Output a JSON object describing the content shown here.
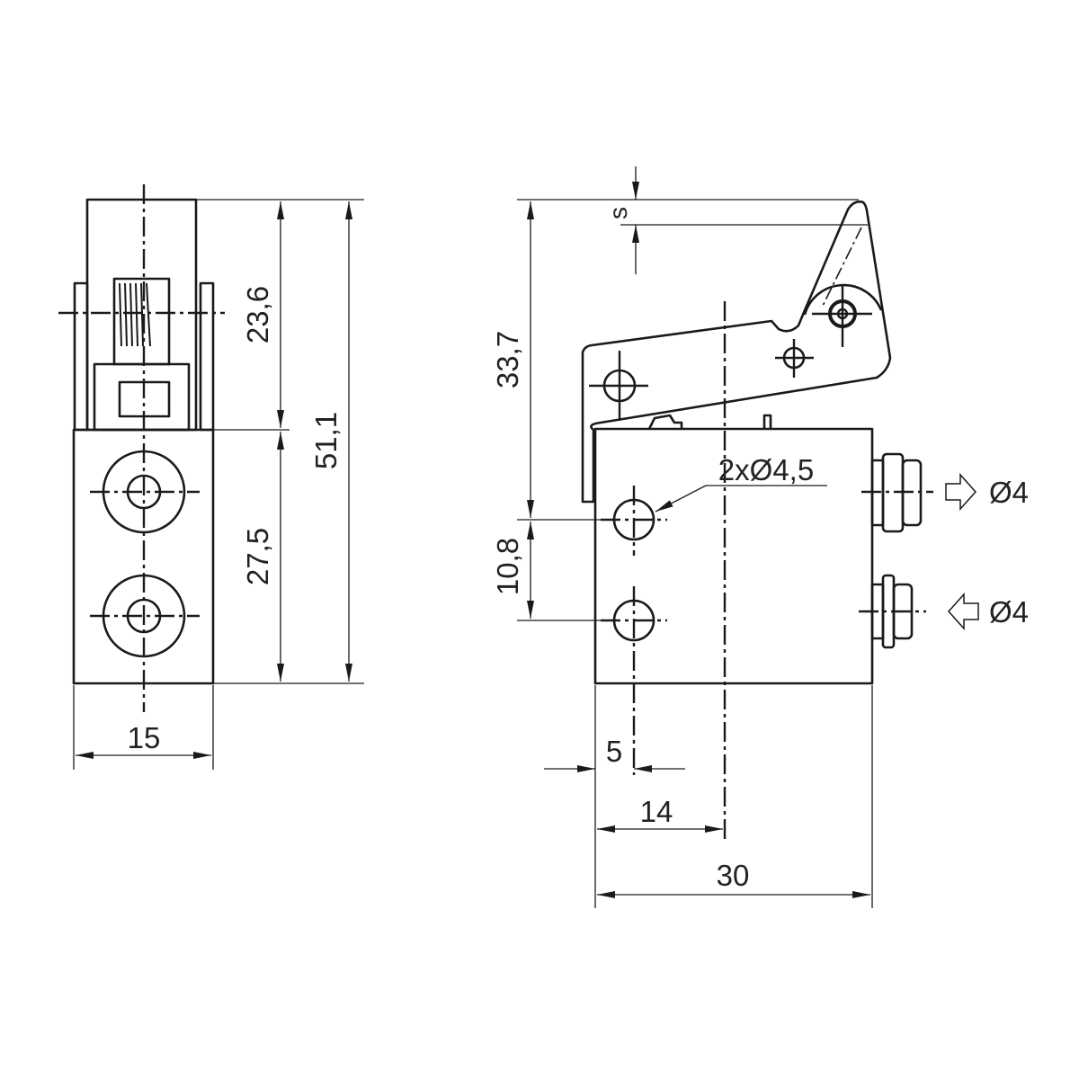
{
  "side_view": {
    "dim_width": "15",
    "dim_upper_height": "23,6",
    "dim_lower_height": "27,5",
    "dim_total_height": "51,1"
  },
  "front_view": {
    "dim_stroke": "s",
    "dim_lever_height": "33,7",
    "dim_hole_spacing": "10,8",
    "hole_callout": "2xØ4,5",
    "port_out": "Ø4",
    "port_in": "Ø4",
    "dim_hole_offset": "5",
    "dim_center_offset": "14",
    "dim_body_width": "30"
  }
}
